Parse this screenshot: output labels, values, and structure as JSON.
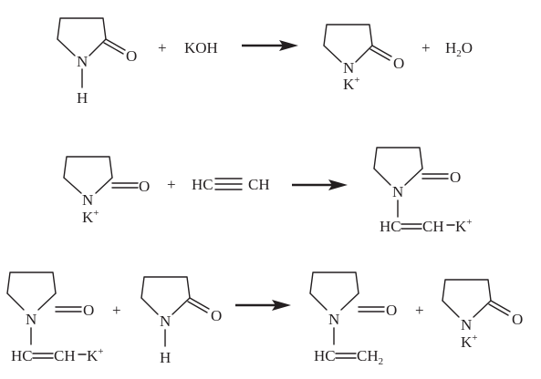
{
  "diagram": {
    "row1": {
      "reactant_n": "N",
      "reactant_h": "H",
      "reactant_o": "O",
      "plus1": "+",
      "reagent": "KOH",
      "product_n": "N",
      "product_o": "O",
      "product_counterion": "K",
      "product_charge": "+",
      "plus2": "+",
      "byproduct": "H",
      "byproduct_sub": "2",
      "byproduct_tail": "O"
    },
    "row2": {
      "reactant_n": "N",
      "reactant_o": "O",
      "reactant_counterion": "K",
      "reactant_charge": "+",
      "plus1": "+",
      "reagent_left": "HC",
      "reagent_right": "CH",
      "product_n": "N",
      "product_o": "O",
      "product_chain": "HC",
      "product_chain_right": "CH",
      "product_counterion": "K",
      "product_charge": "+"
    },
    "row3": {
      "reactant1_n": "N",
      "reactant1_o": "O",
      "reactant1_chain": "HC",
      "reactant1_chain_right": "CH",
      "reactant1_counterion": "K",
      "reactant1_charge": "+",
      "plus1": "+",
      "reactant2_n": "N",
      "reactant2_h": "H",
      "reactant2_o": "O",
      "product1_n": "N",
      "product1_o": "O",
      "product1_chain": "HC",
      "product1_chain_right": "CH",
      "product1_chain_sub": "2",
      "plus2": "+",
      "product2_n": "N",
      "product2_o": "O",
      "product2_counterion": "K",
      "product2_charge": "+"
    }
  }
}
